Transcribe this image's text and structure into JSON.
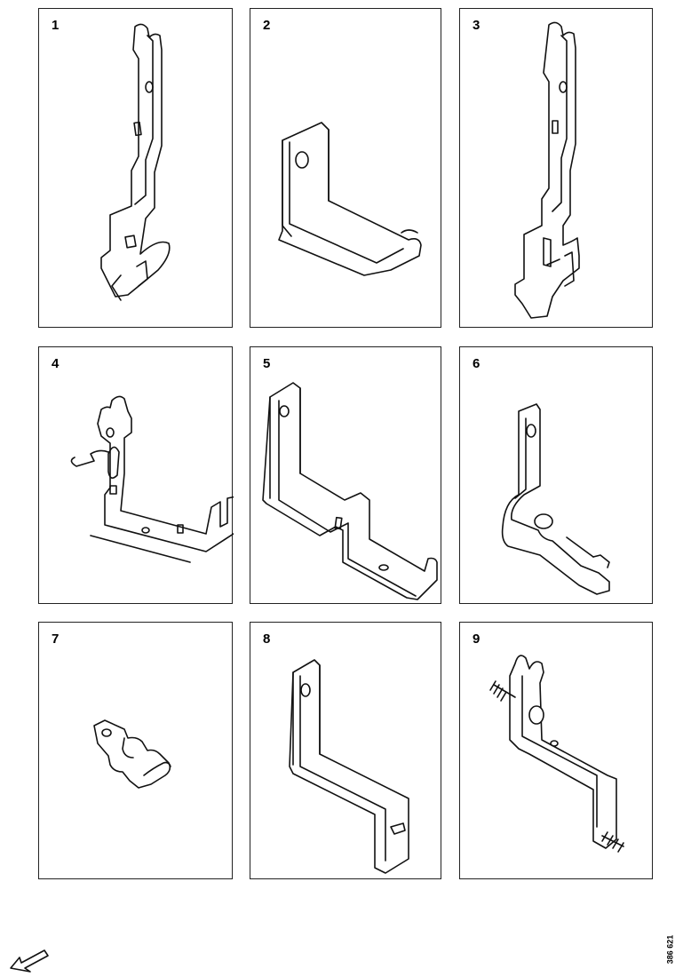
{
  "panels": [
    {
      "number": "1"
    },
    {
      "number": "2"
    },
    {
      "number": "3"
    },
    {
      "number": "4"
    },
    {
      "number": "5"
    },
    {
      "number": "6"
    },
    {
      "number": "7"
    },
    {
      "number": "8"
    },
    {
      "number": "9"
    }
  ],
  "reference_code": "386 621",
  "icons": {
    "direction": "front-arrow-icon"
  }
}
